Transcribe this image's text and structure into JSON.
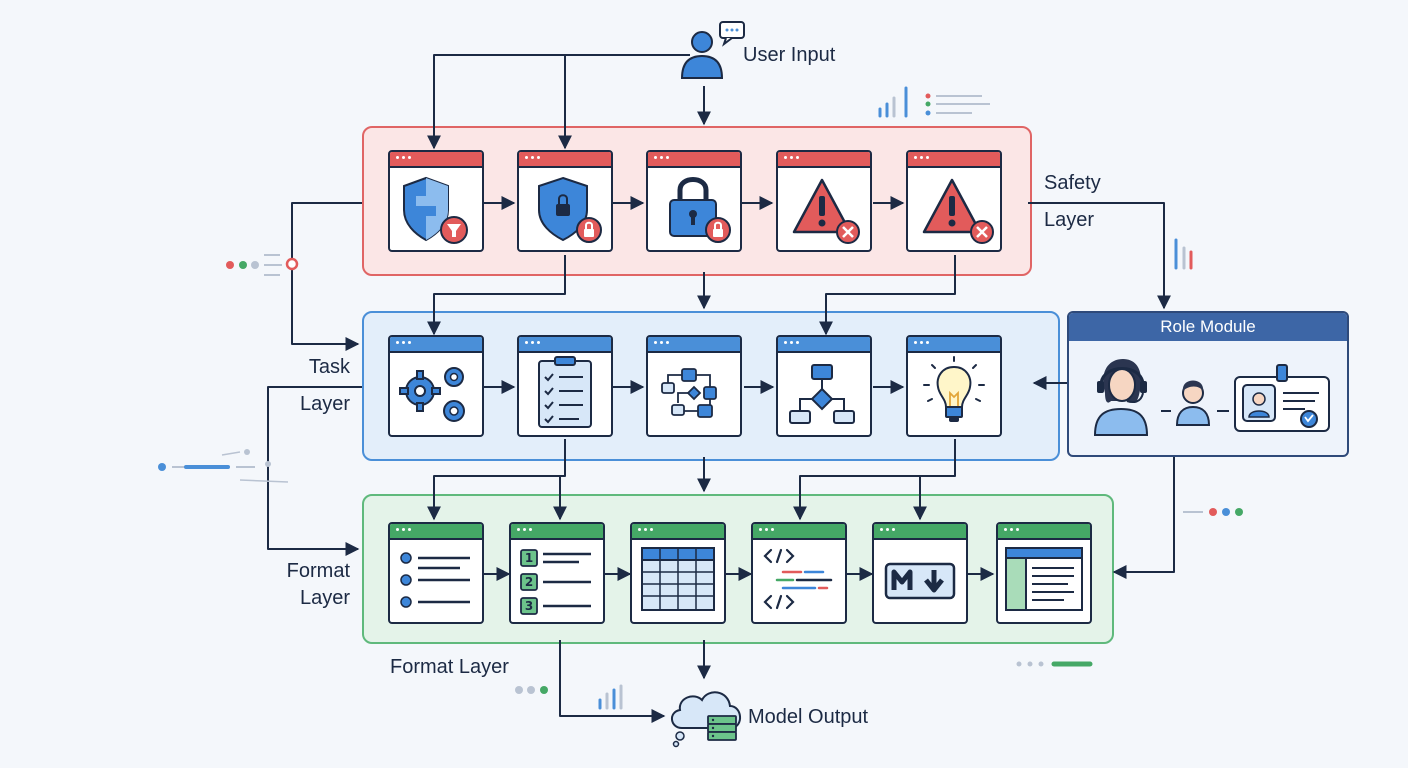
{
  "labels": {
    "user_input": "User Input",
    "safety_l1": "Safety",
    "safety_l2": "Layer",
    "task_l1": "Task",
    "task_l2": "Layer",
    "format_l1": "Format",
    "format_l2": "Layer",
    "format_below": "Format Layer",
    "model_output": "Model Output"
  },
  "role_module": {
    "title": "Role Module"
  },
  "layers": {
    "safety": {
      "cards": [
        "shield-filter-icon",
        "shield-lock-icon",
        "padlock-icon",
        "warning-block-icon",
        "warning-block-icon"
      ]
    },
    "task": {
      "cards": [
        "gears-icon",
        "checklist-icon",
        "flowchart-icon",
        "decision-tree-icon",
        "lightbulb-icon"
      ]
    },
    "format": {
      "cards": [
        "bullet-list-icon",
        "numbered-list-icon",
        "table-icon",
        "code-icon",
        "markdown-icon",
        "layout-icon"
      ]
    }
  },
  "numbered_items": [
    "1",
    "2",
    "3"
  ],
  "colors": {
    "safety": "#e25b5b",
    "task": "#4a8fd8",
    "format": "#45a866",
    "ink": "#1c2a44",
    "role": "#3d66a6"
  }
}
